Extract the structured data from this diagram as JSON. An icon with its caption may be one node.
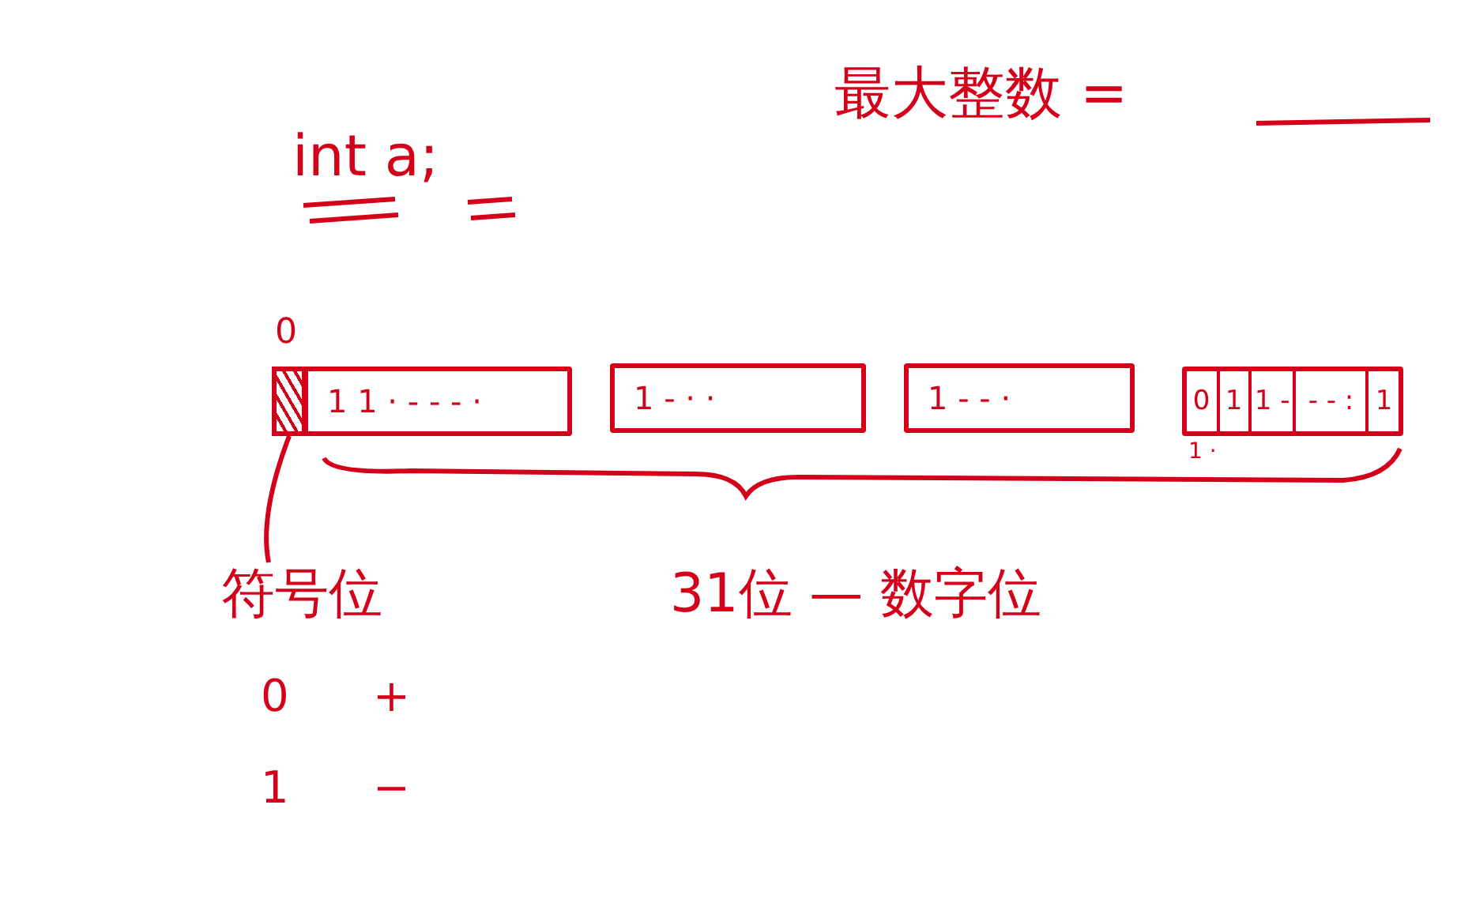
{
  "diagram": {
    "nodes": [
      {
        "text": [],
        "shape": "box",
        "beside": [
          "0"
        ]
      },
      {
        "text": [
          "1 1 · - - - ·"
        ]
      },
      {
        "text": [
          "1 - · ·"
        ]
      },
      {
        "text": [
          "1 - - ·"
        ]
      },
      {
        "text": [
          "0",
          "1",
          "1 -",
          "- - :",
          "1"
        ]
      },
      {
        "text": [
          "符号位"
        ]
      }
    ],
    "edges": [
      {
        "from": 5,
        "to": 0,
        "arrow": "none"
      }
    ],
    "labels": [
      "最大整数 =",
      "int a;",
      "1 ·",
      "31位 — 数字位",
      "0",
      "+",
      "1",
      "−"
    ]
  }
}
